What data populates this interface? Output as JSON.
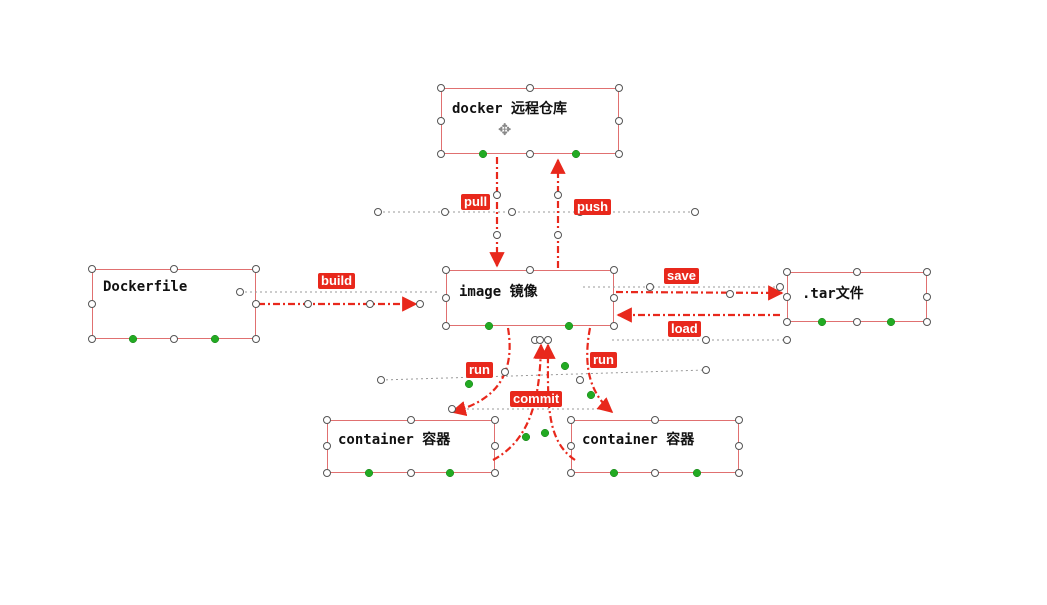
{
  "nodes": {
    "remote": {
      "label": "docker 远程仓库"
    },
    "image": {
      "label": "image 镜像"
    },
    "dockerfile": {
      "label": "Dockerfile"
    },
    "tar": {
      "label": ".tar文件"
    },
    "container_left": {
      "label": "container 容器"
    },
    "container_right": {
      "label": "container 容器"
    }
  },
  "edges": {
    "pull": "pull",
    "push": "push",
    "build": "build",
    "save": "save",
    "load": "load",
    "run_left": "run",
    "run_right": "run",
    "commit": "commit"
  },
  "colors": {
    "box_border": "#e07070",
    "arrow": "#e8281c",
    "label_bg": "#e8281c",
    "handle_green": "#22aa22",
    "guide": "#999999"
  },
  "icons": {
    "move": "move-cursor-icon"
  }
}
